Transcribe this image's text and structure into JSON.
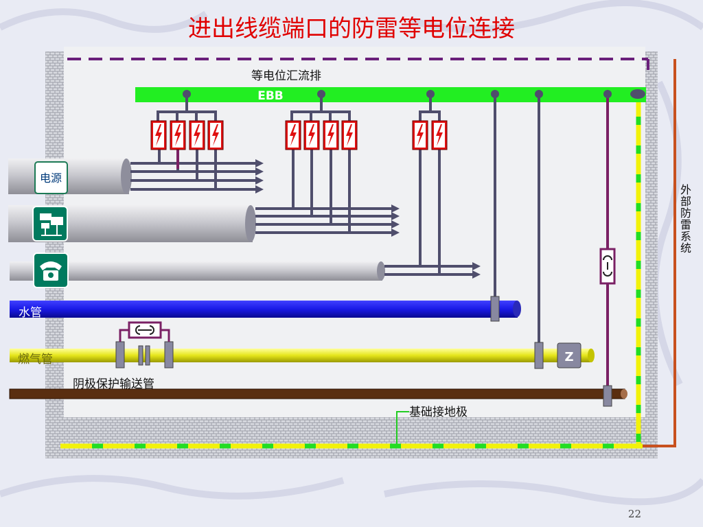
{
  "title": "进出线缆端口的防雷等电位连接",
  "ebb": {
    "caption": "等电位汇流排",
    "label": "EBB"
  },
  "pipes": {
    "power": "电源",
    "water": "水管",
    "gas": "燃气管",
    "cathodic": "阴极保护输送管",
    "z_label": "Z"
  },
  "external_system": "外部防雷系统",
  "foundation_earth": "基础接地极",
  "page_number": "22",
  "colors": {
    "title": "#e00000",
    "ebb_bar": "#22ee22",
    "boundary_dash": "#6a1f7a",
    "water_pipe": "#1a1ae6",
    "gas_pipe": "#e5e51a",
    "cathodic_pipe": "#5a2e10",
    "external_conductor": "#c8501e",
    "earth_conductor_green": "#22dd22",
    "earth_conductor_yellow": "#f2f20a",
    "spd_red": "#e01010",
    "icon_teal": "#007a5e"
  },
  "icons": {
    "power": "power-label-icon",
    "data": "computer-network-icon",
    "telephone": "telephone-icon",
    "spd": "lightning-spd-icon",
    "spark_gap": "isolating-spark-gap-icon"
  }
}
